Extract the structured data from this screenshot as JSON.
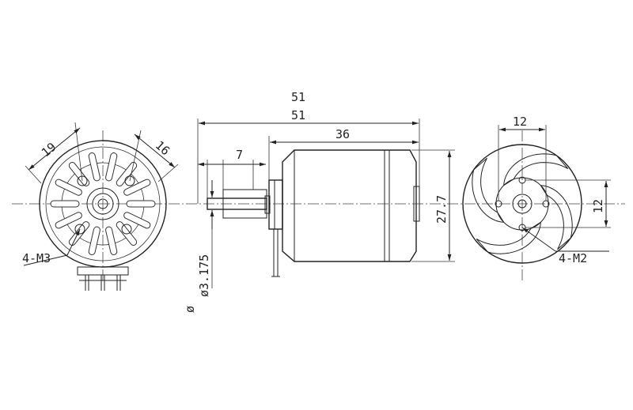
{
  "labels": {
    "front_dim_19": "19",
    "front_dim_16": "16",
    "front_holes": "4-M3",
    "side_dim_51_upper": "51",
    "side_dim_51": "51",
    "side_dim_36": "36",
    "side_dim_7": "7",
    "side_dim_277": "27.7",
    "side_shaft_dia": "ø3.175",
    "side_shaft_mark": "ø",
    "back_dim_12_h": "12",
    "back_dim_12_v": "12",
    "back_holes": "4-M2"
  },
  "colors": {
    "line": "#222222",
    "background": "#ffffff"
  }
}
